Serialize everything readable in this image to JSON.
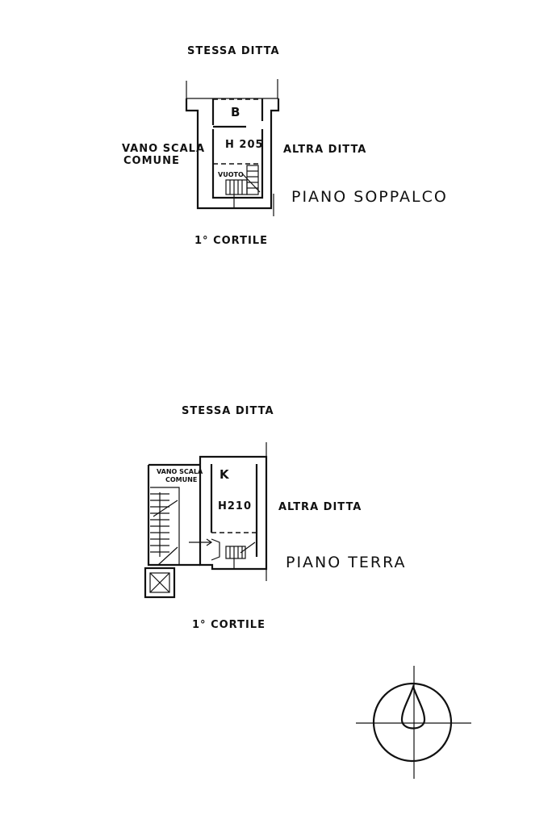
{
  "soppalco": {
    "top_label": "STESSA DITTA",
    "room_b": "B",
    "height": "H 205",
    "vuoto": "VUOTO",
    "left_label_line1": "VANO SCALA",
    "left_label_line2": "COMUNE",
    "right_label": "ALTRA DITTA",
    "floor_name": "PIANO SOPPALCO",
    "bottom_label": "1° CORTILE"
  },
  "terra": {
    "top_label": "STESSA DITTA",
    "room_k": "K",
    "height": "H210",
    "stair_label_line1": "VANO SCALA",
    "stair_label_line2": "COMUNE",
    "right_label": "ALTRA DITTA",
    "floor_name": "PIANO TERRA",
    "bottom_label": "1° CORTILE"
  },
  "compass": {
    "icon": "north-arrow-icon"
  }
}
